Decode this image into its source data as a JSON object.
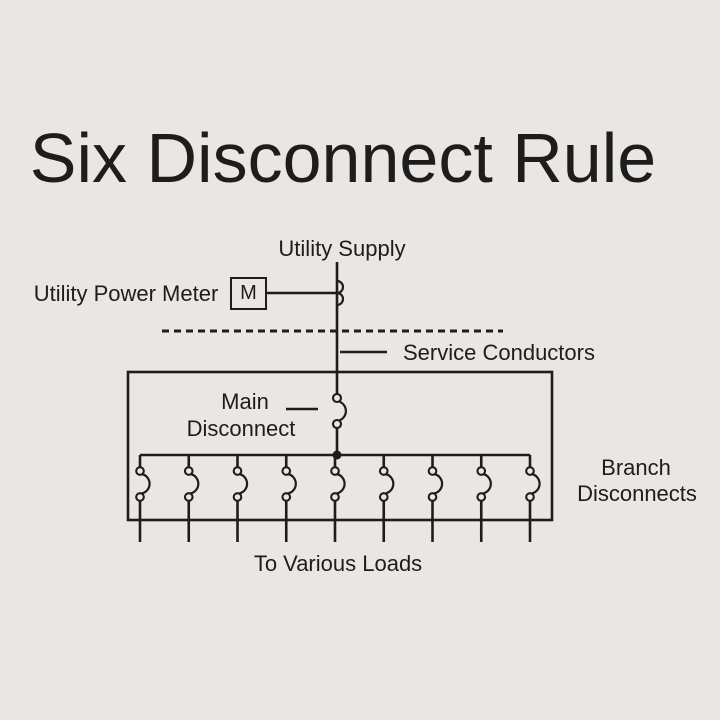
{
  "title": "Six Disconnect Rule",
  "colors": {
    "background": "#e9e6e3",
    "ink": "#1d1d1d"
  },
  "labels": {
    "utility_supply": "Utility Supply",
    "utility_power_meter": "Utility Power Meter",
    "meter_symbol": "M",
    "service_conductors": "Service Conductors",
    "main_disconnect": {
      "line1": "Main",
      "line2": "Disconnect"
    },
    "branch_disconnects": {
      "line1": "Branch",
      "line2": "Disconnects"
    },
    "to_various_loads": "To Various Loads"
  },
  "diagram": {
    "branch_disconnect_count": 9
  }
}
